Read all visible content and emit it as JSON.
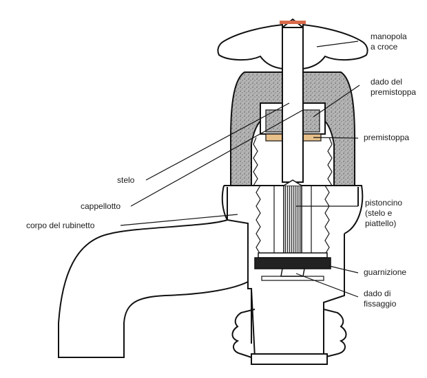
{
  "labels": {
    "manopola": [
      "manopola",
      "a croce"
    ],
    "dado_premistoppa": [
      "dado del",
      "premistoppa"
    ],
    "premistoppa": "premistoppa",
    "stelo": "stelo",
    "cappellotto": "cappellotto",
    "corpo": "corpo del rubinetto",
    "pistoncino": [
      "pistoncino",
      "(stelo e",
      "piattello)"
    ],
    "guarnizione": "guarnizione",
    "dado_fissaggio": [
      "dado di",
      "fissaggio"
    ]
  },
  "colors": {
    "cap_speckle": "#9a9a9a",
    "packing": "#e8c08a",
    "outline": "#111111",
    "knob_tip": "#d86a4a"
  }
}
